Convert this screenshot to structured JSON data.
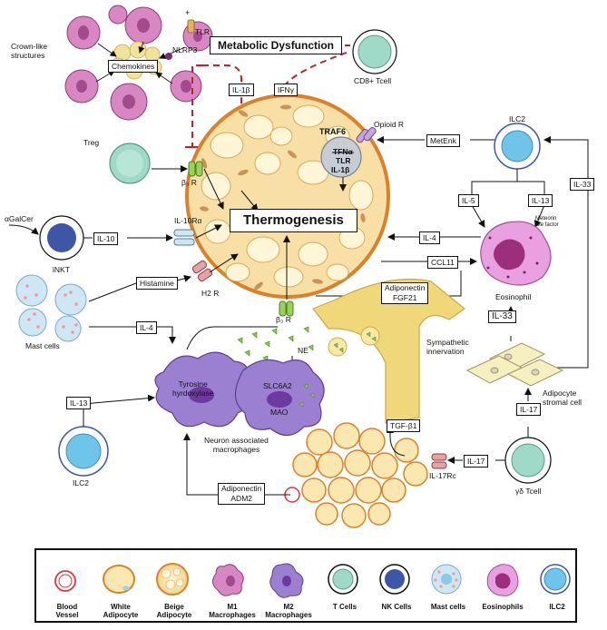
{
  "labels": {
    "crown_like": "Crown-like\nstructures",
    "tlr_top": "TLR",
    "tlr_plus": "+",
    "chemokines": "Chemokines",
    "nlrp3": "NLRP3",
    "metabolic_dysfunction": "Metabolic Dysfunction",
    "cd8": "CD8+ Tcell",
    "il1b_top": "IL-1β",
    "ifng": "IFNγ",
    "treg": "Treg",
    "beta3_left": "β₃ R",
    "traf6": "TRAF6",
    "opioid_r": "Opioid R",
    "inner_tfna": "TFNα",
    "inner_tlr": "TLR",
    "inner_il1b": "IL-1β",
    "metenk": "MetEnk",
    "ilc2_top": "ILC2",
    "il33_right": "IL-33",
    "il5": "IL-5",
    "il13_right": "IL-13",
    "meteorin": "Meteorin\nlike factor",
    "alphagalcer": "αGalCer",
    "inkt": "iNKT",
    "il10": "IL-10",
    "il10ra": "IL-10Rα",
    "thermogenesis": "Thermogenesis",
    "il4_right": "IL-4",
    "ccl11": "CCL11",
    "eosinophil": "Eosinophil",
    "histamine": "Histamine",
    "h2r": "H2 R",
    "adiponectin_fgf21": "Adiponectin\nFGF21",
    "mast_cells": "Mast cells",
    "il4_left": "IL-4",
    "beta3_bottom": "β₃ R",
    "ne": "NE",
    "sympathetic": "Sympathetic\ninnervation",
    "il33_mid": "IL-33",
    "adipocyte_stromal": "Adipocyte\nstromal cell",
    "tyrosine": "Tyrosine\nhyrdoxylase",
    "slc6a2": "SLC6A2",
    "mao": "MAO",
    "il13_left": "IL-13",
    "neuron_macro": "Neuron associated\nmacrophages",
    "tgfb1": "TGF-β1",
    "il17_a": "IL-17",
    "il17_b": "IL-17",
    "il17rc": "IL-17Rc",
    "ilc2_bottom": "ILC2",
    "gdt": "γδ Tcell",
    "adiponectin_adm2": "Adiponectin\nADM2"
  },
  "legend": [
    {
      "label": "Blood\nVessel",
      "icon": "blood-vessel-icon"
    },
    {
      "label": "White\nAdipocyte",
      "icon": "white-adipocyte-icon"
    },
    {
      "label": "Beige\nAdipocyte",
      "icon": "beige-adipocyte-icon"
    },
    {
      "label": "M1\nMacrophages",
      "icon": "m1-macrophage-icon"
    },
    {
      "label": "M2\nMacrophages",
      "icon": "m2-macrophage-icon"
    },
    {
      "label": "T Cells",
      "icon": "t-cell-icon"
    },
    {
      "label": "NK Cells",
      "icon": "nk-cell-icon"
    },
    {
      "label": "Mast cells",
      "icon": "mast-cell-icon"
    },
    {
      "label": "Eosinophils",
      "icon": "eosinophil-icon"
    },
    {
      "label": "ILC2",
      "icon": "ilc2-icon"
    }
  ],
  "colors": {
    "adipocyte_fill": "#fbe7b0",
    "adipocyte_border": "#d9822b",
    "mitochondria": "#c9935a",
    "m1_pink": "#d887c2",
    "m2_purple": "#9b7fd0",
    "tcell_green": "#9fd9c7",
    "nk_blue": "#3e56a6",
    "ilc2_blue": "#6fc4ea",
    "eos_pink": "#e9a0e0",
    "receptor_green": "#9ad15a",
    "dashed_red": "#b3282d",
    "nerve_yellow": "#efd77a",
    "stromal_yellow": "#f6efc0"
  }
}
